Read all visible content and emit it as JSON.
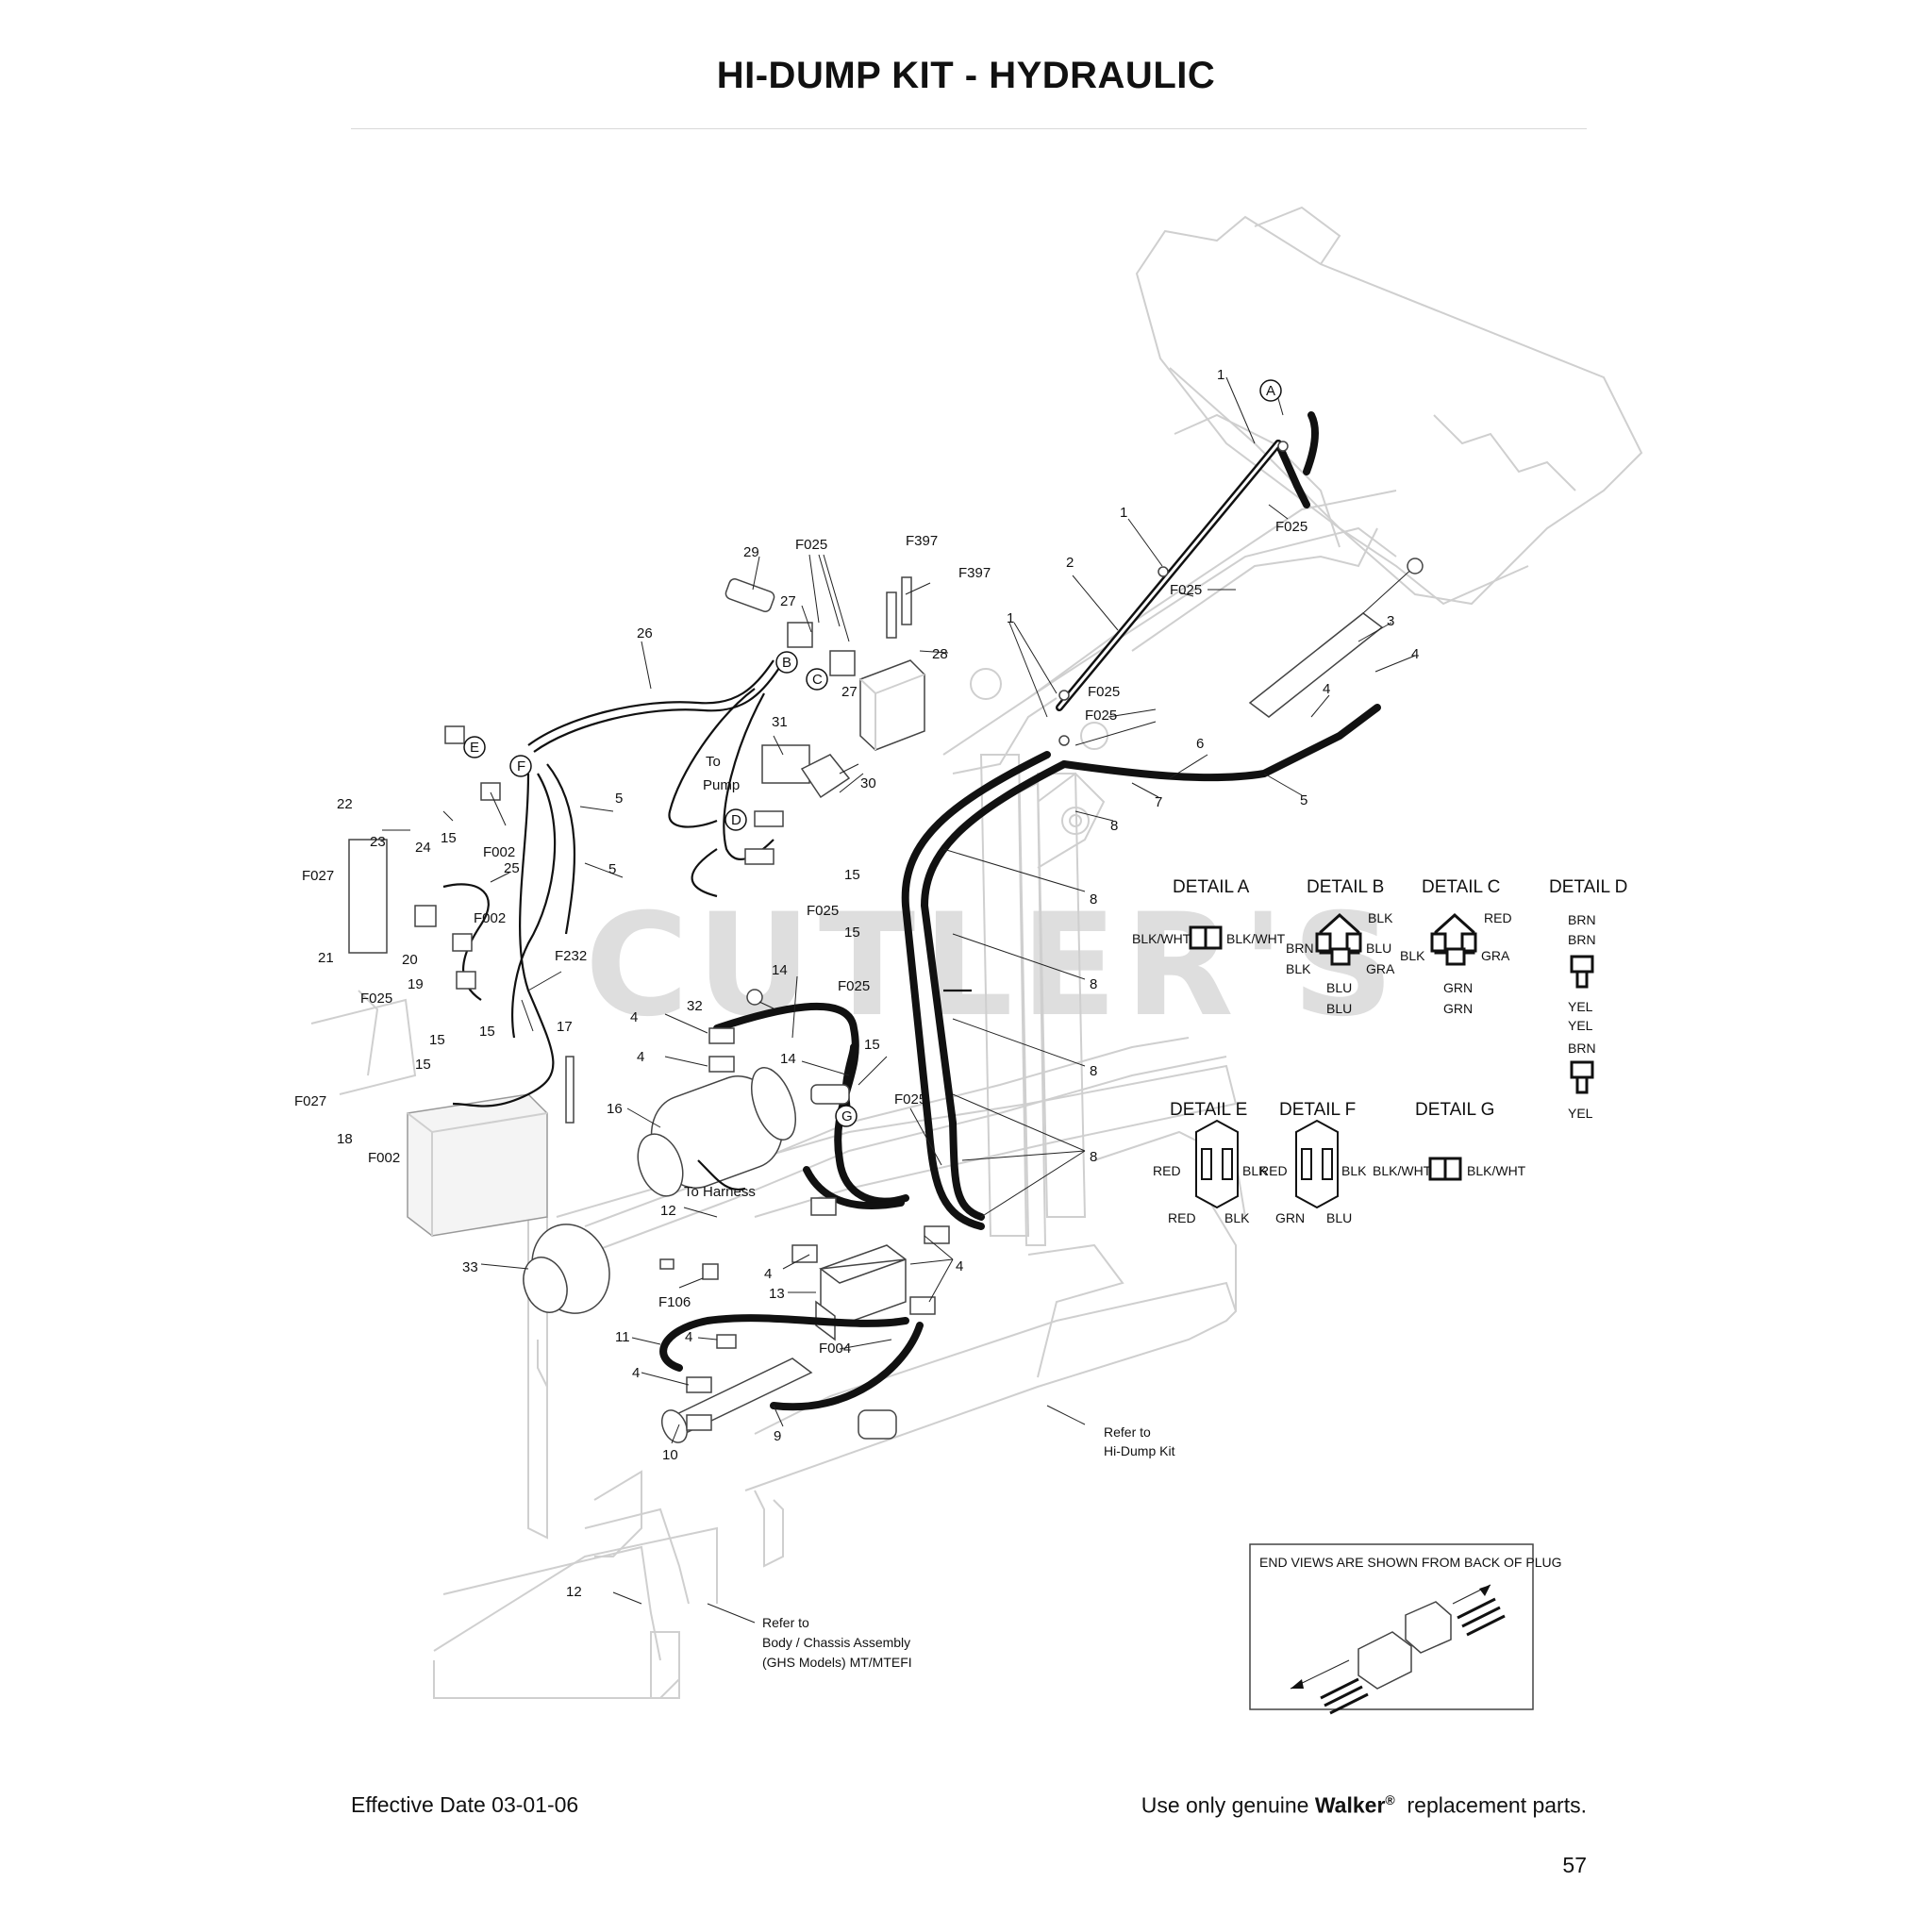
{
  "header": {
    "title": "HI-DUMP KIT - HYDRAULIC"
  },
  "watermark": "CUTLER'S",
  "callouts": {
    "c1a": "1",
    "c1b": "1",
    "c1c": "1",
    "c2": "2",
    "c3": "3",
    "c4a": "4",
    "c4b": "4",
    "c5a": "5",
    "c6": "6",
    "c7": "7",
    "c8a": "8",
    "cA": "A",
    "cF025a": "F025",
    "cF025b": "F025",
    "cF025c": "F025",
    "cF025d": "F025",
    "c29": "29",
    "cF025e": "F025",
    "cF397a": "F397",
    "cF397b": "F397",
    "c27a": "27",
    "c27b": "27",
    "c28": "28",
    "c26": "26",
    "cB": "B",
    "cC": "C",
    "c31": "31",
    "c30": "30",
    "cToPump": "To",
    "cToPump2": "Pump",
    "cD": "D",
    "cE": "E",
    "cF": "F",
    "c22": "22",
    "c23": "23",
    "c24": "24",
    "c15a": "15",
    "cF002a": "F002",
    "c25": "25",
    "cF027a": "F027",
    "c21": "21",
    "c20": "20",
    "cF002b": "F002",
    "c19": "19",
    "cF232": "F232",
    "cF025f": "F025",
    "c5b": "5",
    "c5c": "5",
    "c15b": "15",
    "cF025g": "F025",
    "c15c": "15",
    "c14a": "14",
    "c32": "32",
    "cF025h": "F025",
    "c8b": "8",
    "c8c": "8",
    "c8d": "8",
    "c8e": "8",
    "c4c": "4",
    "c4d": "4",
    "c14b": "14",
    "c15d": "15",
    "cG": "G",
    "cF025i": "F025",
    "c15e": "15",
    "c15f": "15",
    "c17": "17",
    "cF027b": "F027",
    "c18": "18",
    "cF002c": "F002",
    "c16": "16",
    "cToHarness": "To Harness",
    "c12a": "12",
    "c33": "33",
    "c4e": "4",
    "c4f": "4",
    "c13": "13",
    "cF106": "F106",
    "c11": "11",
    "c4g": "4",
    "c4h": "4",
    "cF004": "F004",
    "c10": "10",
    "c9": "9",
    "cRef1a": "Refer to",
    "cRef1b": "Hi-Dump Kit",
    "c12b": "12",
    "cRef2a": "Refer to",
    "cRef2b": "Body / Chassis Assembly",
    "cRef2c": "(GHS Models) MT/MTEFI"
  },
  "details": {
    "a": {
      "title": "DETAIL A",
      "left": "BLK/WHT",
      "right": "BLK/WHT"
    },
    "b": {
      "title": "DETAIL B",
      "top": "BLK",
      "left1": "BRN",
      "left2": "BLK",
      "right1": "BLU",
      "right2": "GRA",
      "bottom1": "BLU",
      "bottom2": "BLU"
    },
    "c": {
      "title": "DETAIL C",
      "top": "RED",
      "left": "BLK",
      "right": "GRA",
      "bottom1": "GRN",
      "bottom2": "GRN"
    },
    "d": {
      "title": "DETAIL D",
      "t1": "BRN",
      "t2": "BRN",
      "b1": "YEL",
      "b2": "YEL",
      "t3": "BRN",
      "b3": "YEL"
    },
    "e": {
      "title": "DETAIL E",
      "left": "RED",
      "right": "BLK",
      "bottom_left": "RED",
      "bottom_right": "BLK"
    },
    "f": {
      "title": "DETAIL F",
      "left": "RED",
      "right": "BLK",
      "bottom_left": "GRN",
      "bottom_right": "BLU"
    },
    "g": {
      "title": "DETAIL G",
      "left": "BLK/WHT",
      "right": "BLK/WHT"
    }
  },
  "end_view_box": {
    "caption": "END VIEWS ARE SHOWN FROM BACK OF PLUG"
  },
  "footer": {
    "effective_date": "Effective Date 03-01-06",
    "genuine_prefix": "Use only genuine",
    "brand": "Walker",
    "registered": "®",
    "genuine_suffix": "replacement parts.",
    "page_number": "57"
  }
}
